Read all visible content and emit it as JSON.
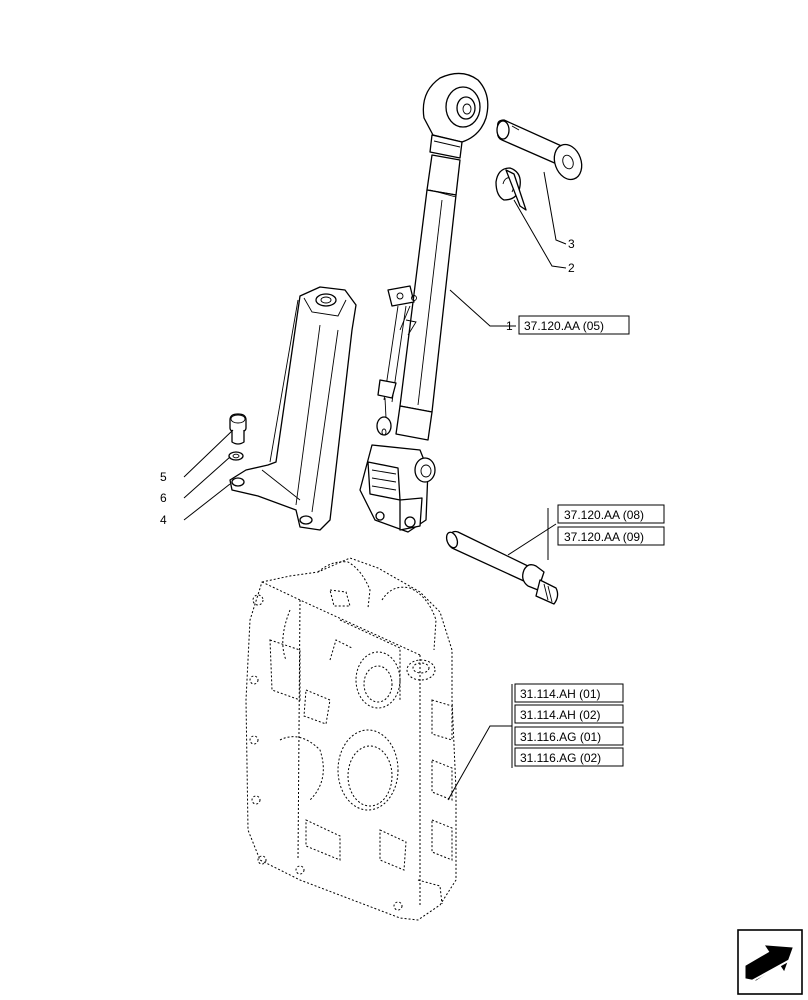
{
  "callouts": [
    {
      "id": "1",
      "label": "1",
      "refs": [
        "37.120.AA (05)"
      ]
    },
    {
      "id": "2",
      "label": "2",
      "refs": []
    },
    {
      "id": "3",
      "label": "3",
      "refs": []
    },
    {
      "id": "4",
      "label": "4",
      "refs": []
    },
    {
      "id": "5",
      "label": "5",
      "refs": []
    },
    {
      "id": "6",
      "label": "6",
      "refs": []
    },
    {
      "id": "pin",
      "label": "",
      "refs": [
        "37.120.AA (08)",
        "37.120.AA (09)"
      ]
    },
    {
      "id": "housing",
      "label": "",
      "refs": [
        "31.114.AH (01)",
        "31.114.AH (02)",
        "31.116.AG (01)",
        "31.116.AG (02)"
      ]
    }
  ],
  "nav_icon": "next-page-arrow-icon"
}
